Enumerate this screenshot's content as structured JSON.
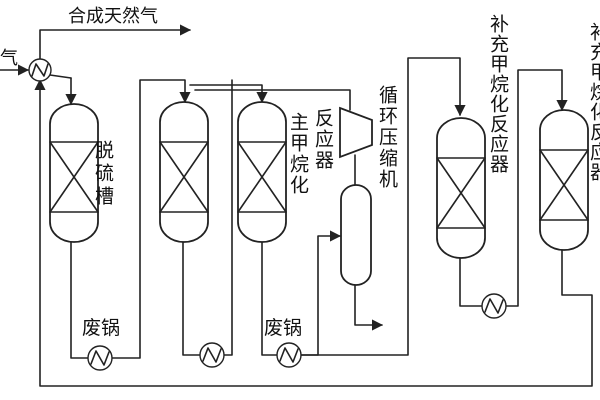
{
  "labels": {
    "product_gas": "合成天然气",
    "feed_gas": "气",
    "desulfurization_tank": "脱硫槽",
    "main_reactor_a": "主甲烷化",
    "main_reactor_b": "反应器",
    "recycle_compressor": "循环压缩机",
    "supplementary_reactor": "补充甲烷化反应器",
    "right_reactor_label": "补充甲烷化反应器",
    "waste_heat_boiler_1": "废锅",
    "waste_heat_boiler_2": "废锅"
  },
  "colors": {
    "line": "#222222",
    "background": "#ffffff"
  }
}
